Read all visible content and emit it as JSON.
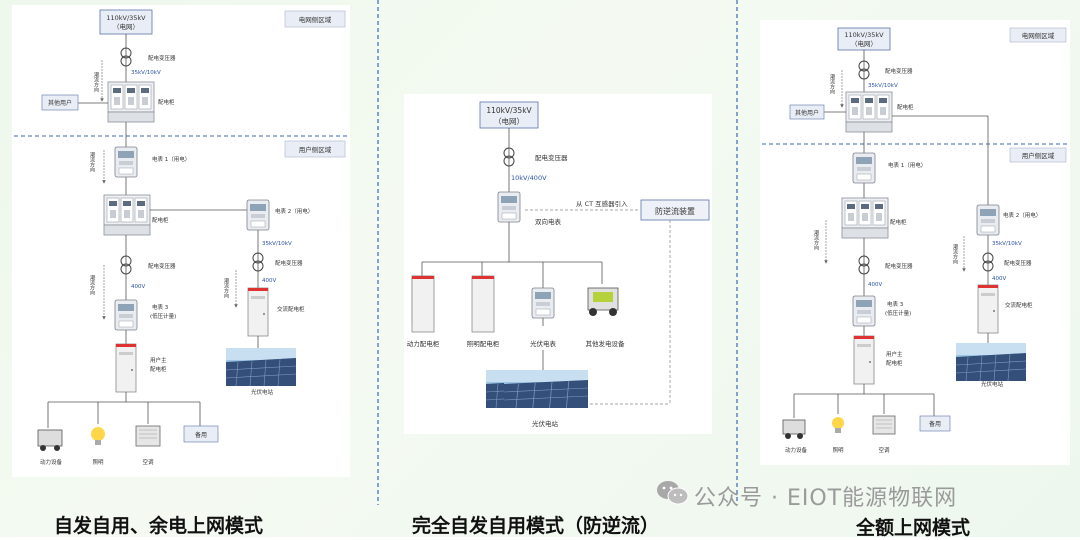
{
  "titles": {
    "p1": "自发自用、余电上网模式",
    "p2": "完全自发自用模式（防逆流）",
    "p3": "全额上网模式"
  },
  "watermark": "公众号 · EIOT能源物联网",
  "p1": {
    "grid": "110kV/35kV",
    "grid2": "（电网）",
    "grid_zone": "电网侧区域",
    "user_zone": "用户侧区域",
    "xfmr1": "配电变压器",
    "v1": "35kV/10kV",
    "other_users": "其他用户",
    "cabinet1": "配电柜",
    "flow": "潮流方向",
    "meter1": "电表 1（用电）",
    "cabinet2": "配电柜",
    "meter2": "电表 2（用电）",
    "v2": "35kV/10kV",
    "xfmr2": "配电变压器",
    "xfmr3": "配电变压器",
    "v3": "400V",
    "v4": "400V",
    "meter3": "电表 3",
    "meter3b": "(低压计量)",
    "main_cab": "用户主",
    "main_cab2": "配电柜",
    "ac_cab": "交流配电柜",
    "pv_station": "光伏电站",
    "load1": "动力设备",
    "load2": "照明",
    "load3": "空调",
    "spare": "备用"
  },
  "p2": {
    "grid": "110kV/35kV",
    "grid2": "（电网）",
    "xfmr": "配电变压器",
    "v": "10kV/400V",
    "ct": "从 CT 互感器引入",
    "anti": "防逆流装置",
    "bimeter": "双向电表",
    "load1": "动力配电柜",
    "load2": "照明配电柜",
    "load3": "光伏电表",
    "load4": "其他发电设备",
    "pv": "光伏电站"
  },
  "p3": {
    "grid": "110kV/35kV",
    "grid2": "（电网）",
    "grid_zone": "电网侧区域",
    "user_zone": "用户侧区域",
    "xfmr1": "配电变压器",
    "v1": "35kV/10kV",
    "other_users": "其他用户",
    "cabinet1": "配电柜",
    "flow": "潮流方向",
    "meter1": "电表 1（用电）",
    "cabinet2": "配电柜",
    "meter2": "电表 2（用电）",
    "v2": "35kV/10kV",
    "xfmr2": "配电变压器",
    "xfmr3": "配电变压器",
    "v3": "400V",
    "v4": "400V",
    "meter3": "电表 3",
    "meter3b": "(低压计量)",
    "main_cab": "用户主",
    "main_cab2": "配电柜",
    "ac_cab": "交流配电柜",
    "pv_station": "光伏电站",
    "load1": "动力设备",
    "load2": "照明",
    "load3": "空调",
    "spare": "备用"
  }
}
